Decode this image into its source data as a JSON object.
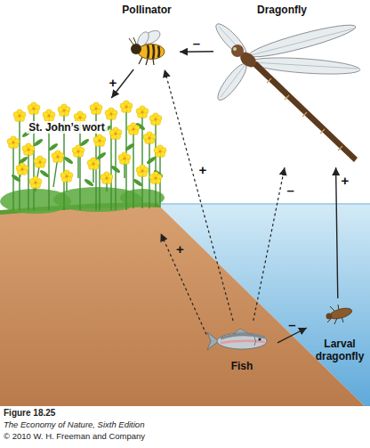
{
  "diagram": {
    "nodes": [
      {
        "text": [
          "Pollinator"
        ]
      },
      {
        "text": [
          "Dragonfly"
        ]
      },
      {
        "text": [
          "St. John’s wort"
        ]
      },
      {
        "text": [
          "Fish"
        ]
      },
      {
        "text": [
          "Larval dragonfly"
        ]
      }
    ],
    "edges": [
      {
        "from": 1,
        "to": 0,
        "label": "–",
        "arrow": "to"
      },
      {
        "from": 0,
        "to": 2,
        "label": "+",
        "arrow": "to"
      },
      {
        "from": 3,
        "to": 0,
        "label": "+",
        "arrow": "to"
      },
      {
        "from": 3,
        "to": 1,
        "label": "–",
        "arrow": "to"
      },
      {
        "from": 3,
        "to": 2,
        "label": "+",
        "arrow": "to"
      },
      {
        "from": 3,
        "to": 4,
        "label": "–",
        "arrow": "to"
      },
      {
        "from": 4,
        "to": 1,
        "label": "+",
        "arrow": "to"
      }
    ],
    "labels": [
      "Figure 18.25",
      "The Economy of Nature, Sixth Edition",
      "© 2010 W. H. Freeman and Company"
    ]
  }
}
